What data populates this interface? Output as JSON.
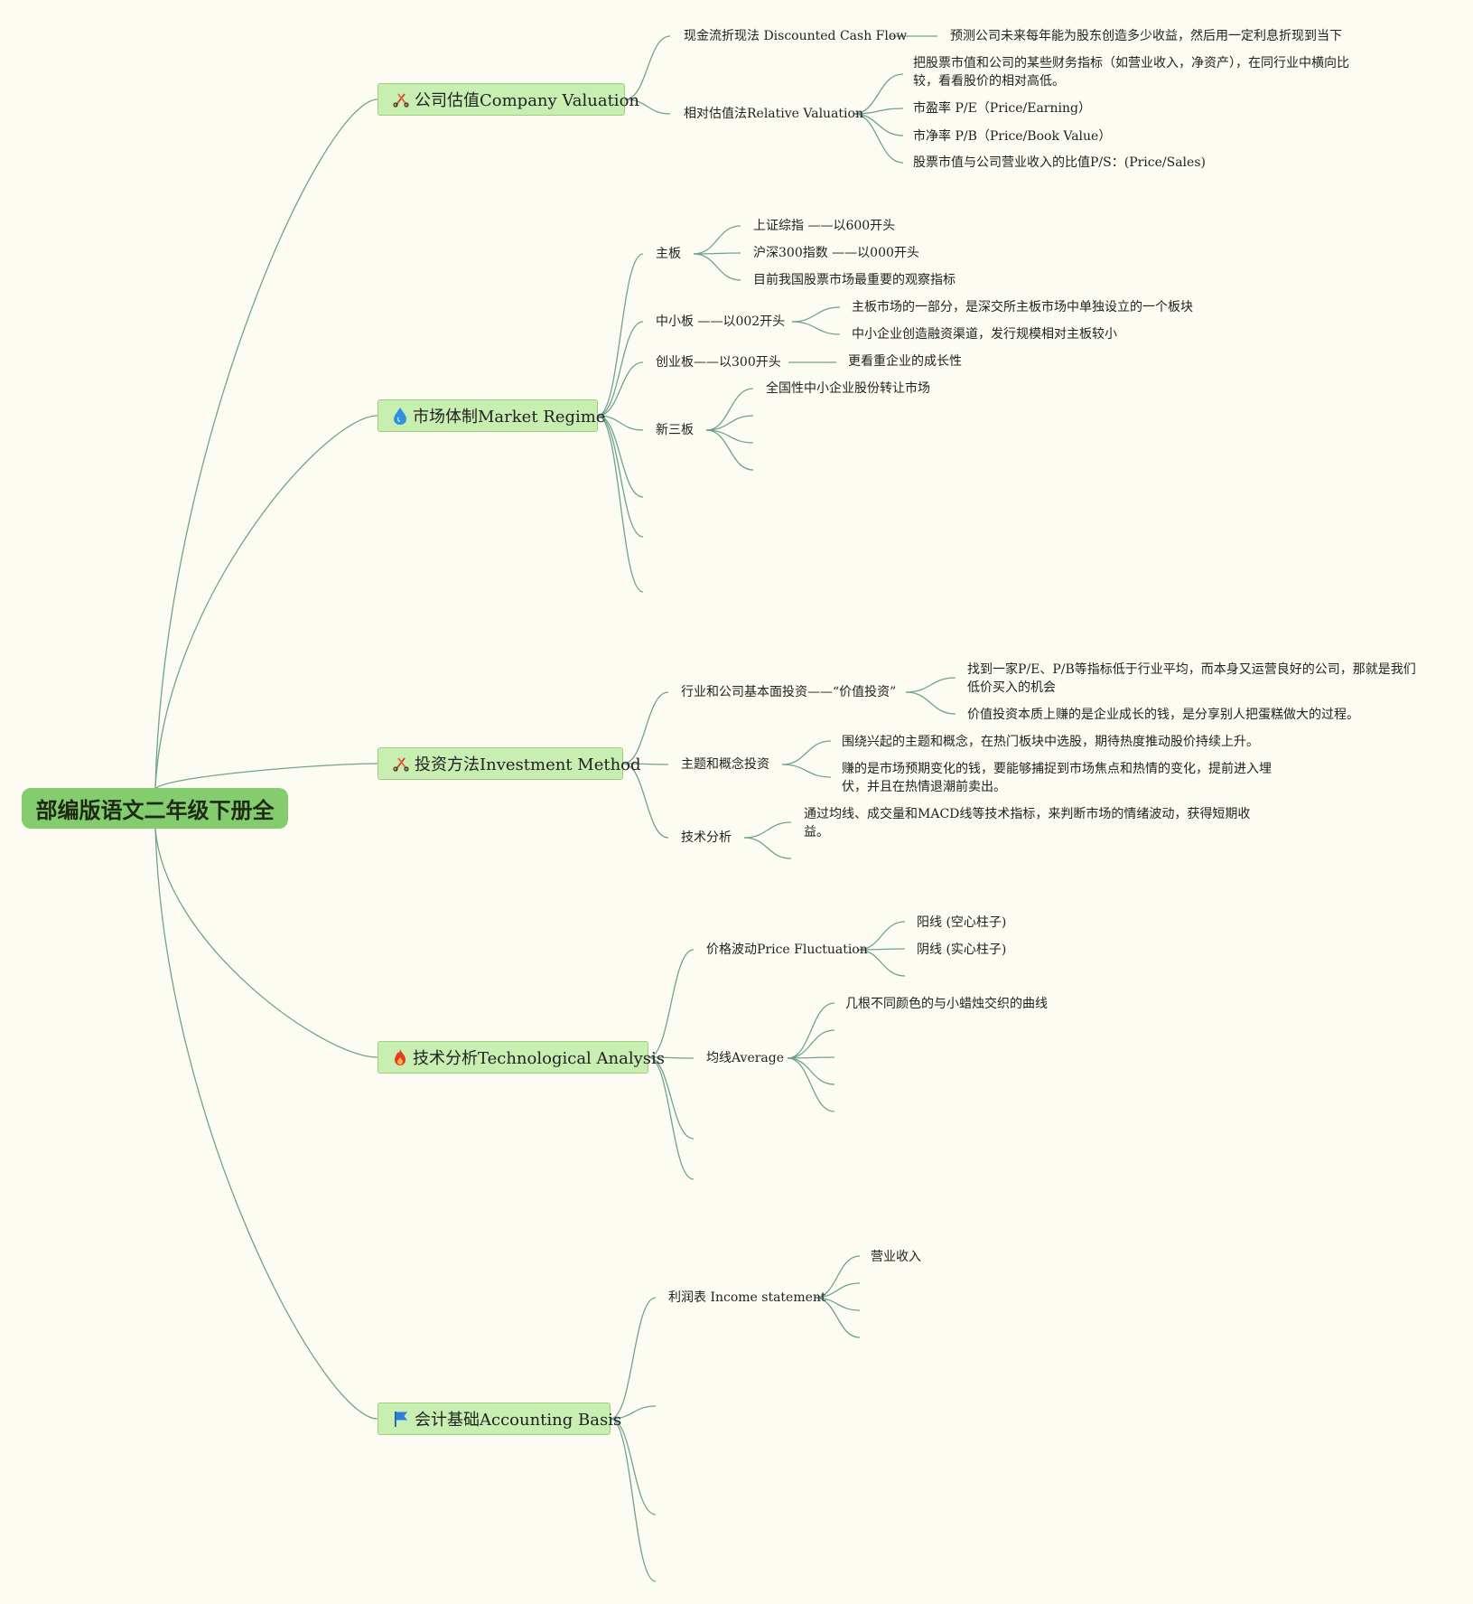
{
  "root": {
    "title": "部编版语文二年级下册全"
  },
  "icons": {
    "scissors": "scissors-icon",
    "water": "water-drop-icon",
    "fire": "fire-icon",
    "flag": "flag-icon"
  },
  "colors": {
    "background": "#fdfcf2",
    "root": "#84cd6e",
    "branch": "#c9eeb2",
    "line": "#6fa390"
  },
  "branches": [
    {
      "label": "公司估值Company Valuation",
      "icon": "scissors-icon",
      "children": [
        {
          "label": "现金流折现法 Discounted Cash Flow",
          "children": [
            "预测公司未来每年能为股东创造多少收益，然后用一定利息折现到当下"
          ]
        },
        {
          "label": "相对估值法Relative Valuation",
          "children": [
            "把股票市值和公司的某些财务指标（如营业收入，净资产），在同行业中横向比较，看看股价的相对高低。",
            "市盈率 P/E（Price/Earning）",
            "市净率 P/B（Price/Book Value）",
            "股票市值与公司营业收入的比值P/S：(Price/Sales)"
          ]
        }
      ]
    },
    {
      "label": "市场体制Market Regime",
      "icon": "water-drop-icon",
      "children": [
        {
          "label": "主板",
          "children": [
            "上证综指 ——以600开头",
            "沪深300指数 ——以000开头",
            "目前我国股票市场最重要的观察指标"
          ]
        },
        {
          "label": "中小板 ——以002开头",
          "children": [
            "主板市场的一部分，是深交所主板市场中单独设立的一个板块",
            "中小企业创造融资渠道，发行规模相对主板较小"
          ]
        },
        {
          "label": "创业板——以300开头",
          "children": [
            "更看重企业的成长性"
          ]
        },
        {
          "label": "新三板",
          "children": [
            "全国性中小企业股份转让市场",
            "",
            "",
            ""
          ]
        },
        {
          "label": "",
          "children": []
        },
        {
          "label": "",
          "children": []
        },
        {
          "label": "",
          "children": []
        }
      ]
    },
    {
      "label": "投资方法Investment Method",
      "icon": "scissors-icon",
      "children": [
        {
          "label": "行业和公司基本面投资——“价值投资”",
          "children": [
            "找到一家P/E、P/B等指标低于行业平均，而本身又运营良好的公司，那就是我们低价买入的机会",
            "价值投资本质上赚的是企业成长的钱，是分享别人把蛋糕做大的过程。"
          ]
        },
        {
          "label": "主题和概念投资",
          "children": [
            "围绕兴起的主题和概念，在热门板块中选股，期待热度推动股价持续上升。",
            "赚的是市场预期变化的钱，要能够捕捉到市场焦点和热情的变化，提前进入埋伏，并且在热情退潮前卖出。"
          ]
        },
        {
          "label": "技术分析",
          "children": [
            "通过均线、成交量和MACD线等技术指标，来判断市场的情绪波动，获得短期收益。",
            ""
          ]
        }
      ]
    },
    {
      "label": "技术分析Technological Analysis",
      "icon": "fire-icon",
      "children": [
        {
          "label": "价格波动Price Fluctuation",
          "children": [
            "阳线 (空心柱子)",
            "阴线 (实心柱子)",
            ""
          ]
        },
        {
          "label": "均线Average",
          "children": [
            "几根不同颜色的与小蜡烛交织的曲线",
            "",
            "",
            ""
          ]
        },
        {
          "label": "",
          "children": []
        },
        {
          "label": "",
          "children": []
        }
      ]
    },
    {
      "label": "会计基础Accounting Basis",
      "icon": "flag-icon",
      "children": [
        {
          "label": "利润表 Income statement",
          "children": [
            "营业收入",
            "",
            ""
          ]
        },
        {
          "label": "",
          "children": []
        },
        {
          "label": "",
          "children": []
        },
        {
          "label": "",
          "children": []
        }
      ]
    }
  ]
}
